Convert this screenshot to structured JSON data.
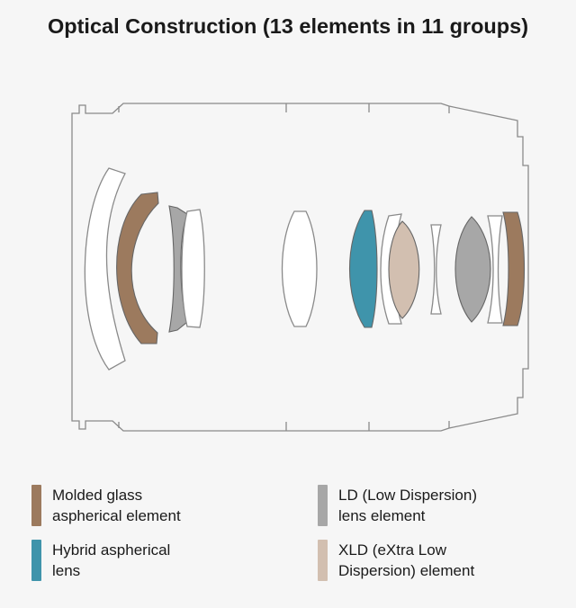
{
  "title": "Optical Construction (13 elements in 11 groups)",
  "colors": {
    "molded": "#9c7a5e",
    "hybrid": "#3f94ab",
    "ld": "#a7a7a7",
    "xld": "#d2bfb0",
    "outline": "#8a8a8a"
  },
  "legend": [
    {
      "key": "molded",
      "text": "Molded glass\naspherical element"
    },
    {
      "key": "hybrid",
      "text": "Hybrid aspherical\nlens"
    },
    {
      "key": "ld",
      "text": "LD (Low Dispersion)\nlens element"
    },
    {
      "key": "xld",
      "text": "XLD (eXtra Low\nDispersion) element"
    }
  ]
}
